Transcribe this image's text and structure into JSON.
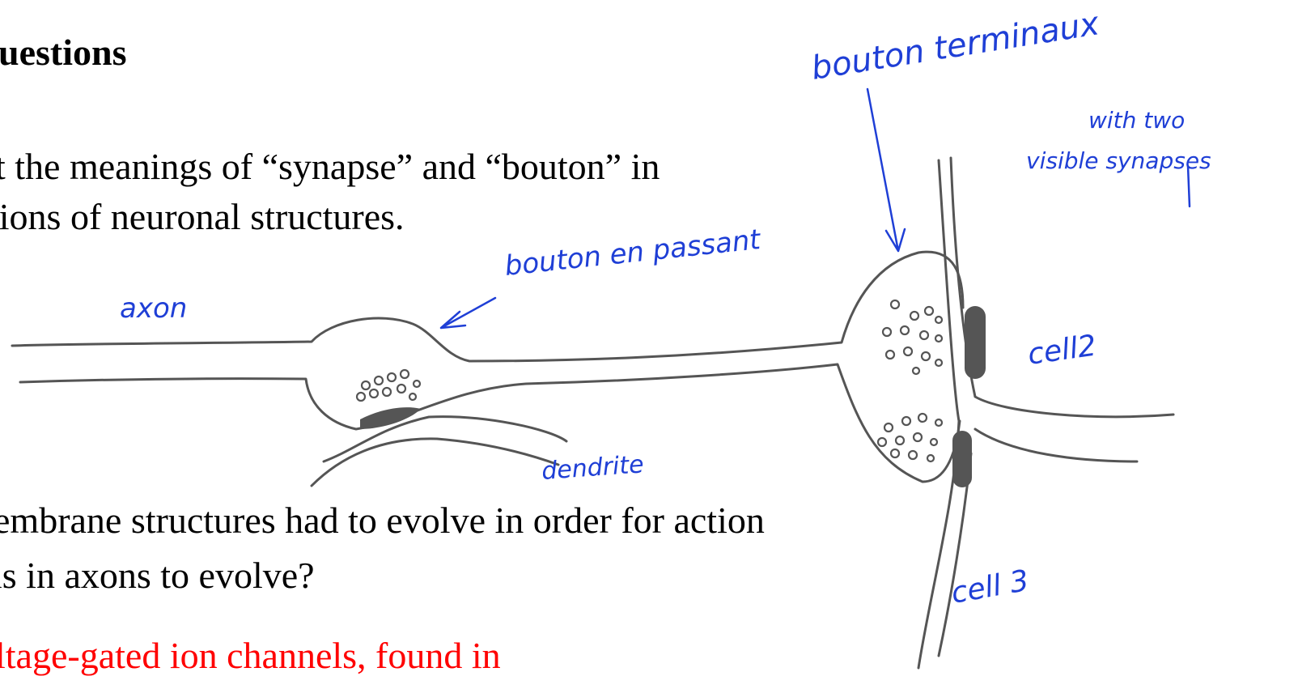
{
  "slide": {
    "heading": "uestions",
    "question1_line1": "t the meanings of “synapse” and “bouton” in",
    "question1_line2": "tions of neuronal structures.",
    "question2_line1": "embrane structures had to evolve in order for action",
    "question2_line2": "ls in axons to evolve?",
    "answer_line1": "ltage-gated ion channels, found in"
  },
  "annotations": {
    "axon": "axon",
    "bouton_en_passant": "bouton en passant",
    "bouton_terminaux": "bouton terminaux",
    "with_two": "with two",
    "visible_synapses": "visible synapses",
    "dendrite": "dendrite",
    "cell2": "cell2",
    "cell3": "cell 3"
  },
  "colors": {
    "text": "#000000",
    "answer": "#ff0000",
    "ink": "#1f3fd6",
    "drawing": "#555555"
  }
}
